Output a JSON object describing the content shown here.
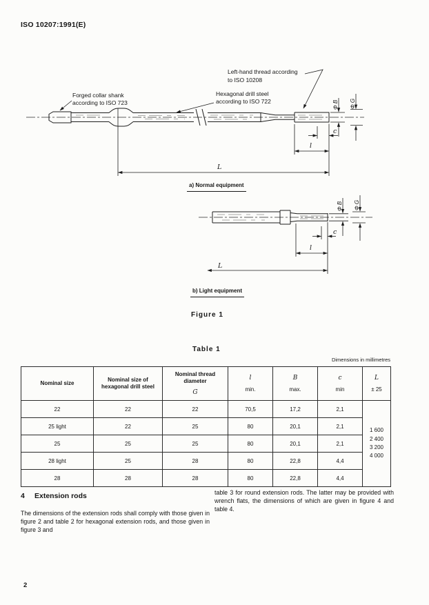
{
  "header": {
    "doc_ref": "ISO 10207:1991(E)",
    "page_number": "2"
  },
  "figure": {
    "annotations": {
      "forged_line1": "Forged collar shank",
      "forged_line2": "according to ISO 723",
      "hex_line1": "Hexagonal drill steel",
      "hex_line2": "according to ISO 722",
      "thread_line1": "Left-hand thread according",
      "thread_line2": "to ISO 10208"
    },
    "dims": {
      "phiB": "Φ B",
      "phiG": "Φ G",
      "c": "c",
      "l": "l",
      "L": "L"
    },
    "caption_a": "a) Normal equipment",
    "caption_b": "b) Light equipment",
    "caption": "Figure 1"
  },
  "table": {
    "title": "Table 1",
    "note": "Dimensions in millimetres",
    "headers": {
      "col1": "Nominal size",
      "col2": "Nominal size of hexagonal drill steel",
      "col3_title": "Nominal thread diameter",
      "col3_sym": "G",
      "col4_sym": "l",
      "col4_sub": "min.",
      "col5_sym": "B",
      "col5_sub": "max.",
      "col6_sym": "c",
      "col6_sub": "min",
      "col7_sym": "L",
      "col7_sub": "± 25"
    },
    "rows": [
      {
        "c1": "22",
        "c2": "22",
        "c3": "22",
        "c4": "70,5",
        "c5": "17,2",
        "c6": "2,1"
      },
      {
        "c1": "25 light",
        "c2": "22",
        "c3": "25",
        "c4": "80",
        "c5": "20,1",
        "c6": "2,1"
      },
      {
        "c1": "25",
        "c2": "25",
        "c3": "25",
        "c4": "80",
        "c5": "20,1",
        "c6": "2,1"
      },
      {
        "c1": "28 light",
        "c2": "25",
        "c3": "28",
        "c4": "80",
        "c5": "22,8",
        "c6": "4,4"
      },
      {
        "c1": "28",
        "c2": "28",
        "c3": "28",
        "c4": "80",
        "c5": "22,8",
        "c6": "4,4"
      }
    ],
    "l_col_values": [
      "1 600",
      "2 400",
      "3 200",
      "4 000"
    ]
  },
  "section": {
    "number": "4",
    "title": "Extension rods",
    "para_left": "The dimensions of the extension rods shall comply with those given in figure 2 and table 2 for hexagonal extension rods, and those given in figure 3 and",
    "para_right": "table 3 for round extension rods. The latter may be provided with wrench flats, the dimensions of which are given in figure 4 and table 4."
  }
}
